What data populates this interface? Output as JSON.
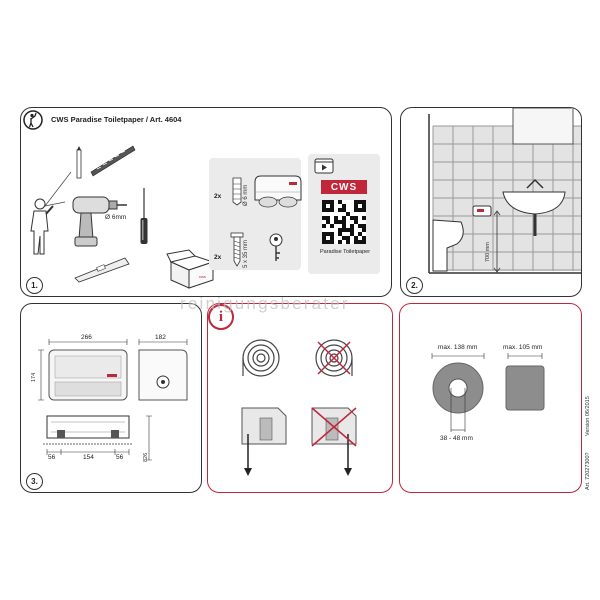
{
  "panel1": {
    "title": "CWS Paradise Toiletpaper / Art. 4604",
    "step": "1.",
    "drill_label": "Ø 6mm",
    "plug_qty": "2x",
    "plug_size": "Ø 6 mm",
    "screw_qty": "2x",
    "screw_size": "5 x 35 mm",
    "cws_logo": "CWS",
    "qr_caption": "Paradise Toiletpaper"
  },
  "panel2": {
    "step": "2.",
    "height_label": "700 mm"
  },
  "panel3": {
    "step": "3.",
    "dim_width": "266",
    "dim_depth": "182",
    "dim_height": "174",
    "dim_left": "56",
    "dim_center": "154",
    "dim_right": "56",
    "dim_side": "826"
  },
  "panel_info": {
    "info_glyph": "i"
  },
  "panel_roll": {
    "diameter": "max. 138 mm",
    "width": "max. 105 mm",
    "core": "38 - 48 mm"
  },
  "side": {
    "article": "Art. 72027300?",
    "version": "Version 06/2015"
  },
  "watermark": "reinigungsberater",
  "colors": {
    "accent_red": "#c0273a",
    "line": "#333333",
    "tile": "#dcdcdc"
  }
}
